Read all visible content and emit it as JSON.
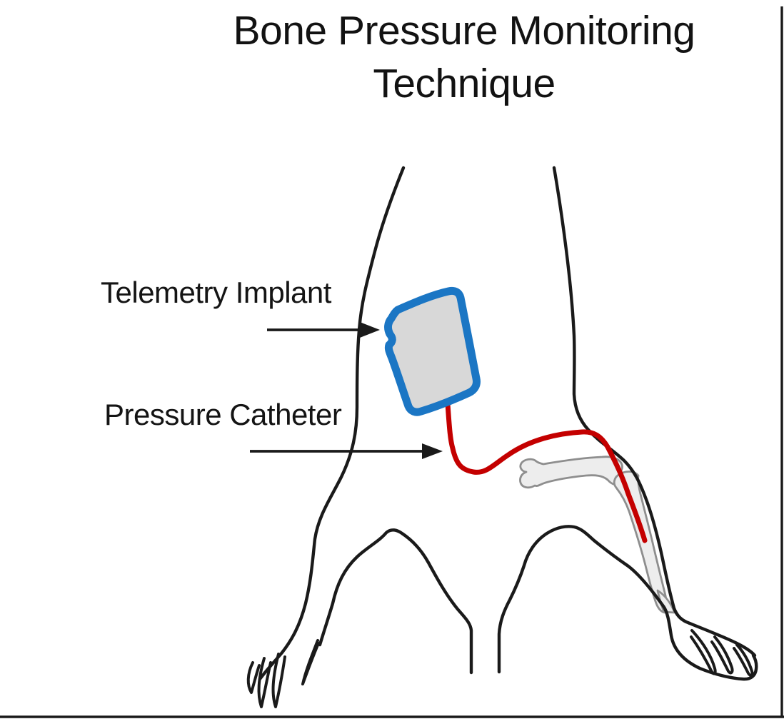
{
  "title": {
    "line1": "Bone Pressure Monitoring",
    "line2": "Technique"
  },
  "labels": {
    "telemetry_implant": "Telemetry Implant",
    "pressure_catheter": "Pressure Catheter"
  },
  "icons": {
    "telemetry_pointer": "right-arrow",
    "catheter_pointer": "right-arrow"
  },
  "diagram": {
    "subject": "rodent-lower-body-outline",
    "parts": [
      "telemetry-implant",
      "pressure-catheter",
      "femur-bone",
      "tibia-bone"
    ]
  },
  "colors": {
    "outline_black": "#1a1a1a",
    "implant_blue": "#1b76c4",
    "implant_fill": "#d8d8d8",
    "catheter_red": "#c40000",
    "bone_fill": "#ededed",
    "bone_stroke": "#8e8e8e"
  }
}
